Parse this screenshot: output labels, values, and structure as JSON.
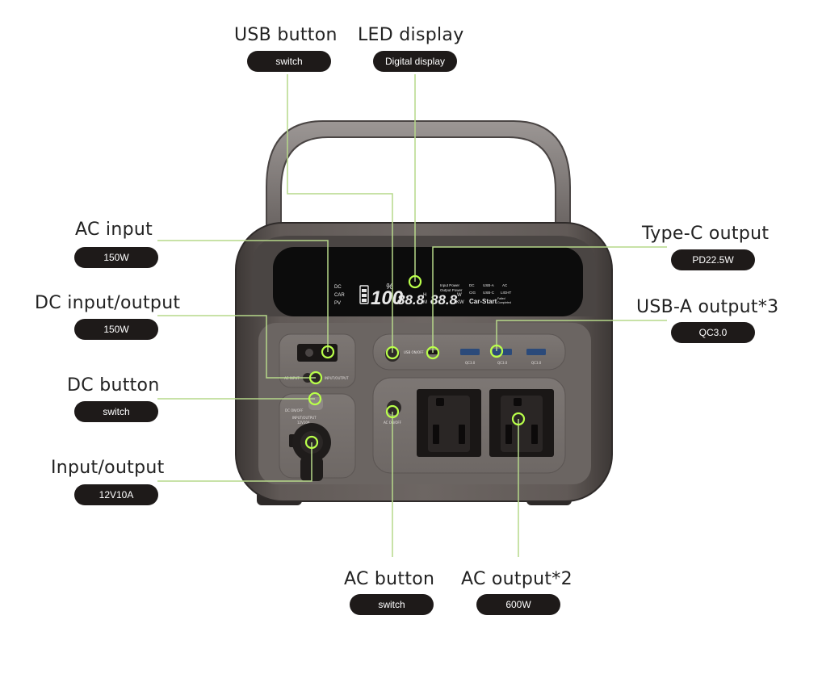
{
  "colors": {
    "leader": "#b6d88a",
    "ring": "#b9ff4a",
    "pill_bg": "#1e1a19",
    "pill_text": "#ffffff",
    "title_text": "#222222",
    "body": "#5f5957",
    "body_dark": "#3a3534",
    "panel": "#77716e",
    "display": "#0c0c0c"
  },
  "callouts": [
    {
      "id": "usb-button",
      "title": "USB button",
      "label": "switch"
    },
    {
      "id": "led-display",
      "title": "LED display",
      "label": "Digital display"
    },
    {
      "id": "ac-input",
      "title": "AC input",
      "label": "150W"
    },
    {
      "id": "dc-input-output",
      "title": "DC input/output",
      "label": "150W"
    },
    {
      "id": "dc-button",
      "title": "DC button",
      "label": "switch"
    },
    {
      "id": "input-output",
      "title": "Input/output",
      "label": "12V10A"
    },
    {
      "id": "type-c-output",
      "title": "Type-C output",
      "label": "PD22.5W"
    },
    {
      "id": "usb-a-output",
      "title": "USB-A output*3",
      "label": "QC3.0"
    },
    {
      "id": "ac-button",
      "title": "AC button",
      "label": "switch"
    },
    {
      "id": "ac-output",
      "title": "AC output*2",
      "label": "600W"
    }
  ],
  "device": {
    "display": {
      "battery_percent": "100",
      "percent_sign": "%",
      "readout_1": "88.8",
      "unit_h": "H",
      "unit_m": "M",
      "readout_2": "88.8",
      "unit_w": "W",
      "unit_kw": "KW",
      "indicator_dc": "DC",
      "indicator_car": "CAR",
      "indicator_pv": "PV",
      "label_input_power": "Input Power",
      "label_output_power": "Output Power",
      "label_dc": "DC",
      "label_usb_a": "USB-A",
      "label_ac": "AC",
      "label_cig": "CIG",
      "label_usb_c": "USB-C",
      "label_light": "LIGHT",
      "car_start": "Car-Start",
      "car_start_status_1": "Failed",
      "car_start_status_2": "Completed"
    },
    "panel_labels": {
      "ac_input": "AC INPUT",
      "dc_input_output": "INPUT/OUTPUT",
      "dc_on_off": "DC ON/OFF",
      "input_output": "INPUT/OUTPUT",
      "input_output_rating": "12V10A",
      "usb_on_off": "USB ON/OFF",
      "ac_on_off": "AC ON/OFF",
      "usb_port_1": "QC3.0",
      "usb_port_2": "QC3.0",
      "usb_port_3": "QC3.0"
    }
  }
}
